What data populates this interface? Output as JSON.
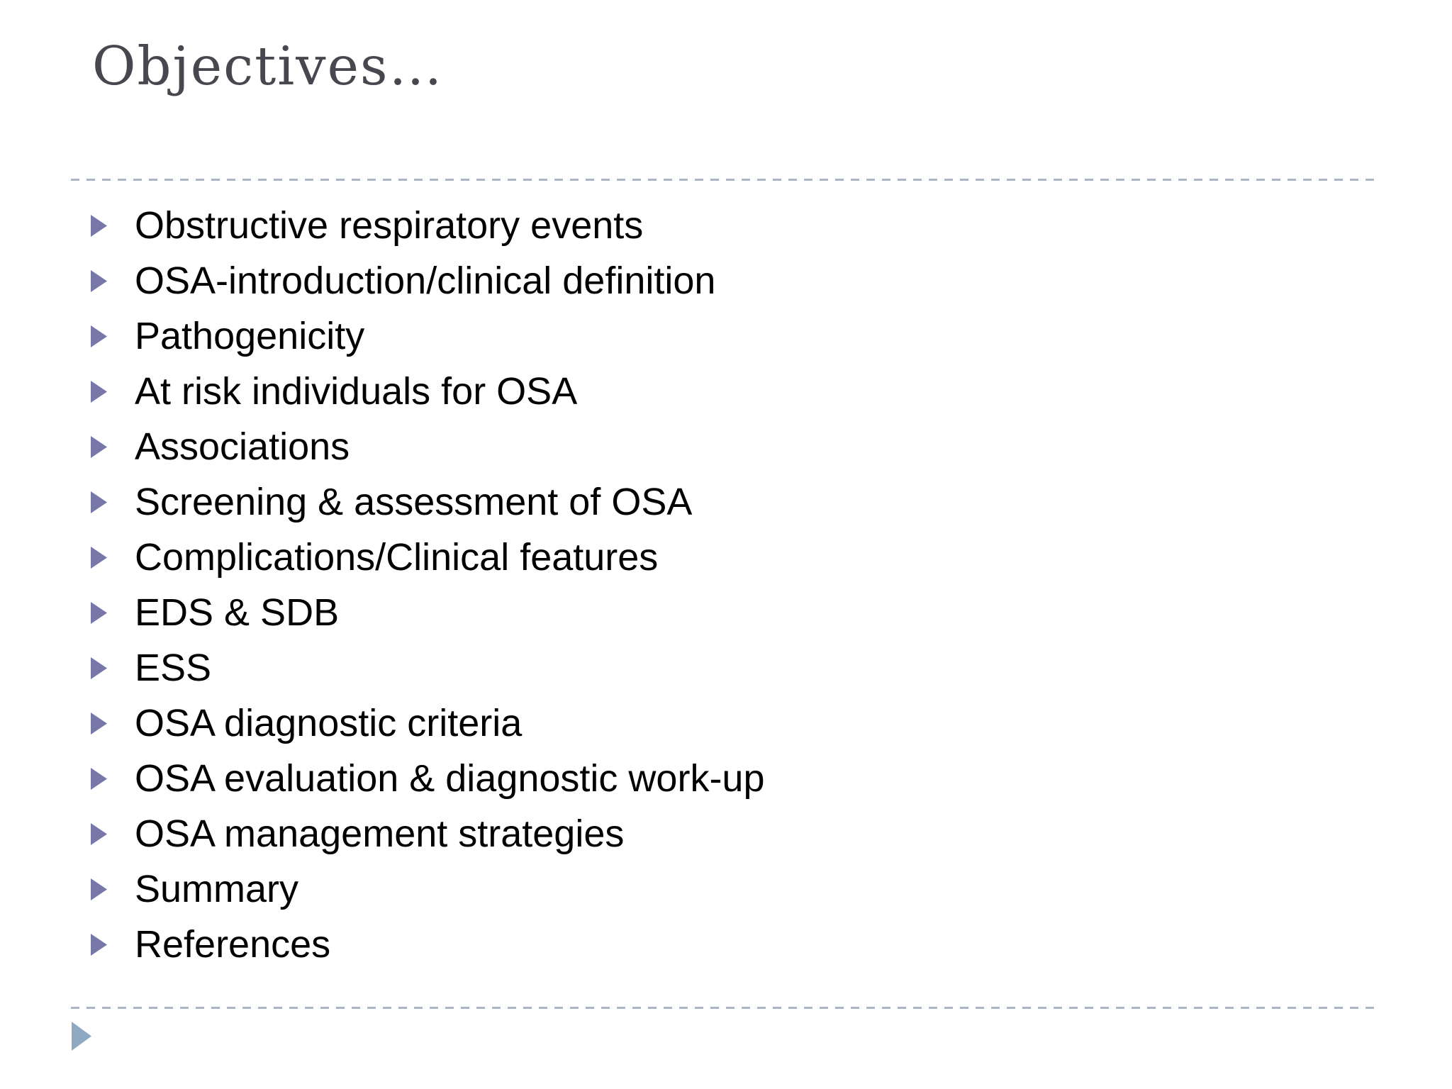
{
  "slide": {
    "title": "Objectives…",
    "bullets": [
      "Obstructive respiratory events",
      "OSA-introduction/clinical definition",
      "Pathogenicity",
      "At risk individuals for OSA",
      "Associations",
      "Screening & assessment of OSA",
      "Complications/Clinical features",
      "EDS & SDB",
      "ESS",
      "OSA diagnostic criteria",
      "OSA evaluation & diagnostic work-up",
      "OSA management strategies",
      "Summary",
      "References"
    ],
    "colors": {
      "background": "#ffffff",
      "title_text": "#47474f",
      "body_text": "#010101",
      "bullet_triangle": "#7878a8",
      "divider_line": "#aab6c5",
      "footer_arrow": "#8fa9c2"
    }
  }
}
